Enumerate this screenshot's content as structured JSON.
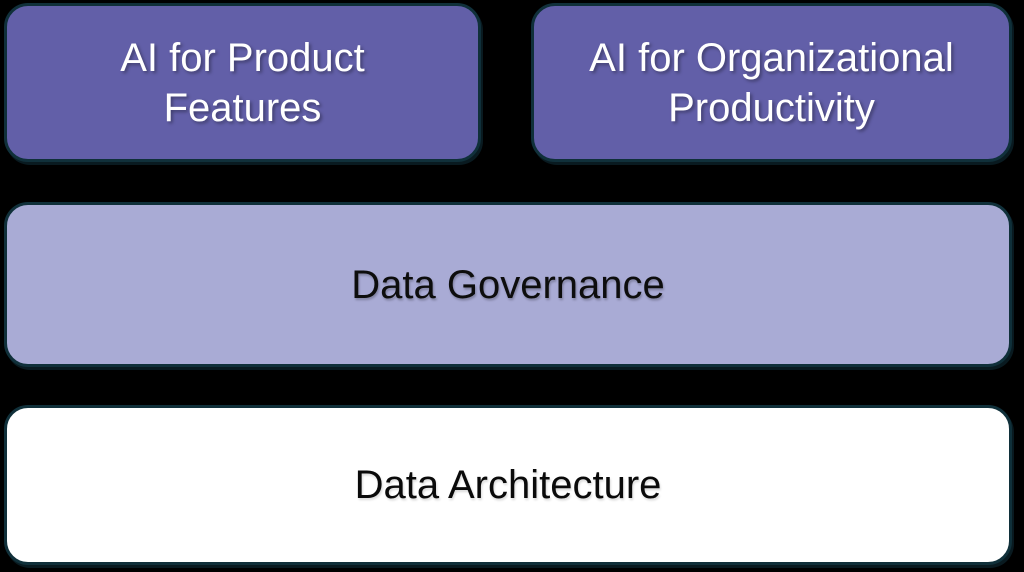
{
  "diagram": {
    "background_color": "#000000",
    "border_color": "#10303a",
    "boxes": [
      {
        "id": "ai-for-product-features",
        "lines": [
          "AI for Product",
          "Features"
        ],
        "fill": "#625fa8",
        "text_color": "#ffffff"
      },
      {
        "id": "ai-for-organizational-productivity",
        "lines": [
          "AI for Organizational",
          "Productivity"
        ],
        "fill": "#625fa8",
        "text_color": "#ffffff"
      },
      {
        "id": "data-governance",
        "lines": [
          "Data Governance"
        ],
        "fill": "#a9abd5",
        "text_color": "#0d0d0d"
      },
      {
        "id": "data-architecture",
        "lines": [
          "Data Architecture"
        ],
        "fill": "#ffffff",
        "text_color": "#0a0a0a"
      }
    ]
  }
}
